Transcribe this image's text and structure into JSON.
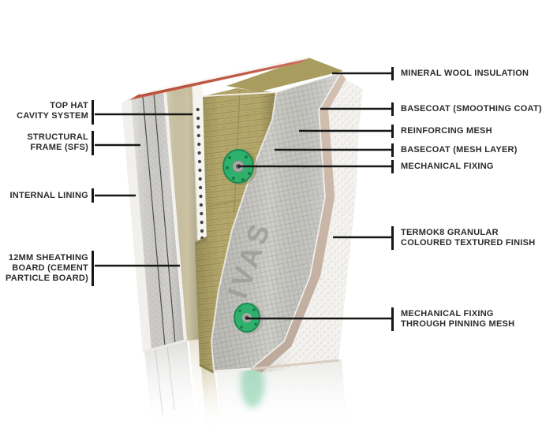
{
  "diagram": {
    "watermark": "IVAS",
    "labels_left": [
      {
        "id": "top-hat-cavity-system",
        "lines": [
          "TOP HAT",
          "CAVITY SYSTEM"
        ]
      },
      {
        "id": "structural-frame-sfs",
        "lines": [
          "STRUCTURAL",
          "FRAME (SFS)"
        ]
      },
      {
        "id": "internal-lining",
        "lines": [
          "INTERNAL LINING"
        ]
      },
      {
        "id": "sheathing-board",
        "lines": [
          "12MM SHEATHING",
          "BOARD (CEMENT",
          "PARTICLE BOARD)"
        ]
      }
    ],
    "labels_right": [
      {
        "id": "mineral-wool-insulation",
        "lines": [
          "MINERAL WOOL INSULATION"
        ]
      },
      {
        "id": "basecoat-smoothing",
        "lines": [
          "BASECOAT (SMOOTHING COAT)"
        ]
      },
      {
        "id": "reinforcing-mesh",
        "lines": [
          "REINFORCING MESH"
        ]
      },
      {
        "id": "basecoat-mesh-layer",
        "lines": [
          "BASECOAT (MESH LAYER)"
        ]
      },
      {
        "id": "mechanical-fixing",
        "lines": [
          "MECHANICAL FIXING"
        ]
      },
      {
        "id": "termok8-finish",
        "lines": [
          "TERMOK8 GRANULAR",
          "COLOURED TEXTURED FINISH"
        ]
      },
      {
        "id": "mechanical-fixing-pinning",
        "lines": [
          "MECHANICAL FIXING",
          "THROUGH PINNING MESH"
        ]
      }
    ],
    "colors": {
      "label_text": "#2b2b2b",
      "leader_line": "#161616",
      "internal_lining": "#d8d7d3",
      "sheathing_board": "#ccc3a3",
      "top_hat_strip": "#f6f4ef",
      "mineral_wool": "#b3a76c",
      "fire_barrier_red": "#d4604a",
      "basecoat_mesh": "#cfcfca",
      "basecoat_smoothing": "#d5c1b1",
      "textured_finish": "#f2f1ed",
      "fixing_green": "#2fb06c",
      "watermark_grey": "#9c9c98"
    }
  }
}
